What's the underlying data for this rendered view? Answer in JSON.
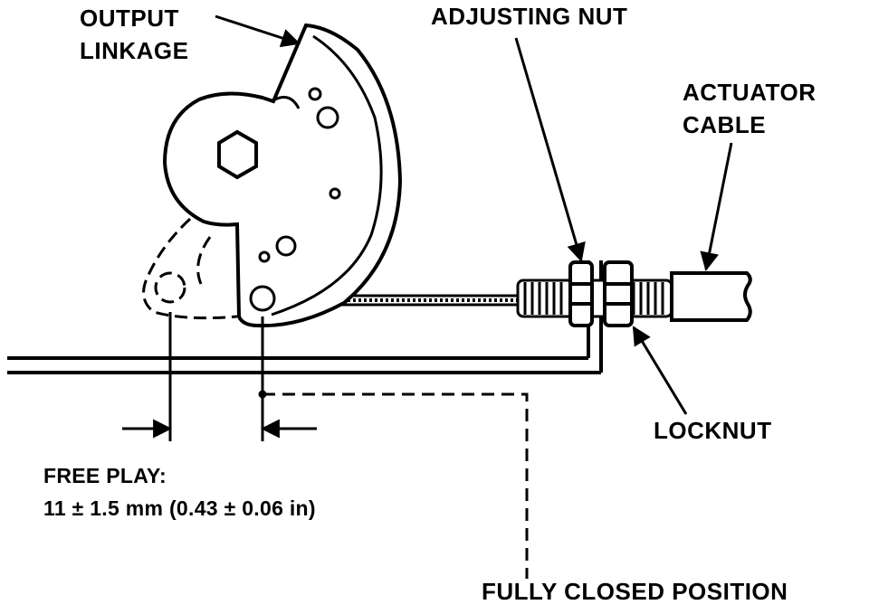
{
  "labels": {
    "output_linkage_line1": "OUTPUT",
    "output_linkage_line2": "LINKAGE",
    "adjusting_nut": "ADJUSTING NUT",
    "actuator_cable_line1": "ACTUATOR",
    "actuator_cable_line2": "CABLE",
    "locknut": "LOCKNUT",
    "free_play_title": "FREE PLAY:",
    "free_play_value": "11 ± 1.5 mm (0.43 ± 0.06 in)",
    "fully_closed_position": "FULLY CLOSED POSITION"
  },
  "colors": {
    "line": "#000000",
    "background": "#ffffff"
  }
}
